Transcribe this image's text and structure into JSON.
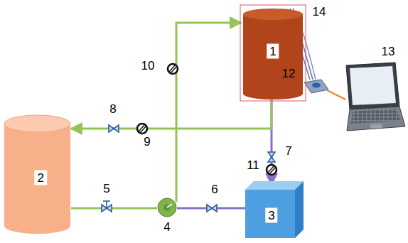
{
  "diagram": {
    "nodes": [
      {
        "text": [
          "1"
        ]
      },
      {
        "text": [
          "2"
        ]
      },
      {
        "text": [
          "3"
        ]
      },
      {
        "text": [
          "4"
        ]
      }
    ],
    "edges": [
      {
        "from": 1,
        "to": 3,
        "arrow": "none"
      },
      {
        "from": 3,
        "to": 0,
        "arrow": "to"
      },
      {
        "from": 3,
        "to": 2,
        "arrow": "none"
      },
      {
        "from": 0,
        "to": 2,
        "arrow": "to"
      },
      {
        "from": 0,
        "to": 1,
        "arrow": "to"
      }
    ],
    "labels": [
      "5",
      "6",
      "7",
      "8",
      "9",
      "10",
      "11",
      "12",
      "13",
      "14"
    ]
  }
}
